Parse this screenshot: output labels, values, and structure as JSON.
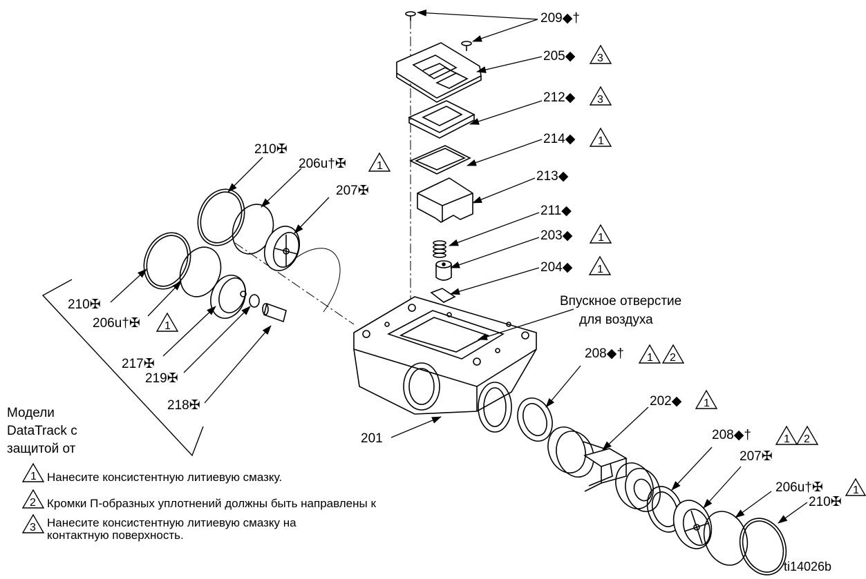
{
  "labels": {
    "p209": "209◆†",
    "p205": "205◆",
    "p212": "212◆",
    "p214": "214◆",
    "p213": "213◆",
    "p211": "211◆",
    "p203": "203◆",
    "p204": "204◆",
    "air_inlet_line1": "Впускное отверстие",
    "air_inlet_line2": "для воздуха",
    "p210_top": "210✠",
    "p206_top": "206u†✠",
    "p207_top": "207✠",
    "p210_left": "210✠",
    "p206_left": "206u†✠",
    "p217": "217✠",
    "p219": "219✠",
    "p218": "218✠",
    "p201": "201",
    "p208_top": "208◆†",
    "p202": "202◆",
    "p208_bottom": "208◆†",
    "p207_bottom": "207✠",
    "p206_bottom": "206u†✠",
    "p210_bottom": "210✠",
    "figure_id": "ti14026b"
  },
  "side_note": {
    "line1": "Модели",
    "line2": "DataTrack с",
    "line3": "защитой от"
  },
  "notes": [
    {
      "marker": "1",
      "text": "Нанесите консистентную литиевую смазку."
    },
    {
      "marker": "2",
      "text": "Кромки П-образных уплотнений должны быть направлены к"
    },
    {
      "marker": "3",
      "text": "Нанесите консистентную литиевую смазку на",
      "text2": "контактную поверхность."
    }
  ],
  "markers": {
    "one": "1",
    "two": "2",
    "three": "3"
  }
}
